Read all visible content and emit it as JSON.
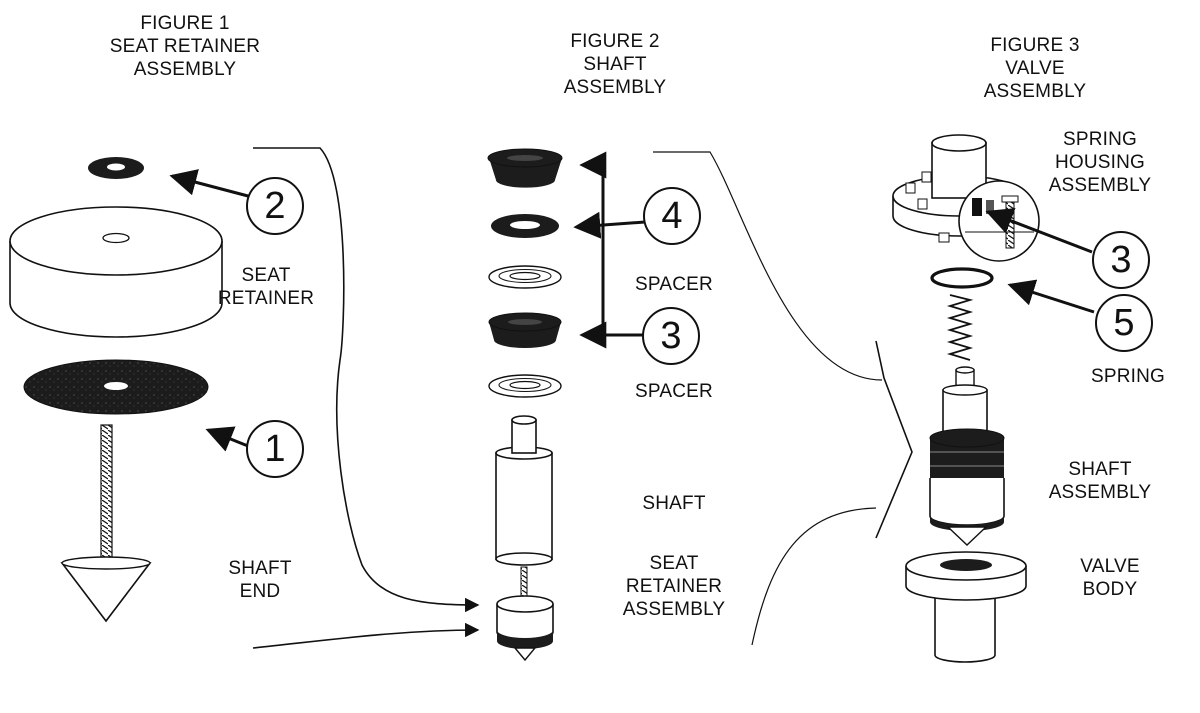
{
  "figures": [
    {
      "id": "fig1",
      "title": "FIGURE 1",
      "lines": [
        "SEAT RETAINER",
        "ASSEMBLY"
      ]
    },
    {
      "id": "fig2",
      "title": "FIGURE 2",
      "lines": [
        "SHAFT",
        "ASSEMBLY"
      ]
    },
    {
      "id": "fig3",
      "title": "FIGURE 3",
      "lines": [
        "VALVE",
        "ASSEMBLY"
      ]
    }
  ],
  "labels": {
    "seat_retainer": [
      "SEAT",
      "RETAINER"
    ],
    "shaft_end": [
      "SHAFT",
      "END"
    ],
    "spacer_top": "SPACER",
    "spacer_bottom": "SPACER",
    "shaft": "SHAFT",
    "seat_retainer_assembly": [
      "SEAT",
      "RETAINER",
      "ASSEMBLY"
    ],
    "spring_housing_assembly": [
      "SPRING",
      "HOUSING",
      "ASSEMBLY"
    ],
    "spring": "SPRING",
    "shaft_assembly": [
      "SHAFT",
      "ASSEMBLY"
    ],
    "valve_body": [
      "VALVE",
      "BODY"
    ]
  },
  "callouts": {
    "c1": "1",
    "c2": "2",
    "c3_fig2": "3",
    "c4": "4",
    "c3_fig3": "3",
    "c5": "5"
  },
  "colors": {
    "ink": "#111111",
    "rubber": "#1c1c1c",
    "paper": "#ffffff"
  }
}
